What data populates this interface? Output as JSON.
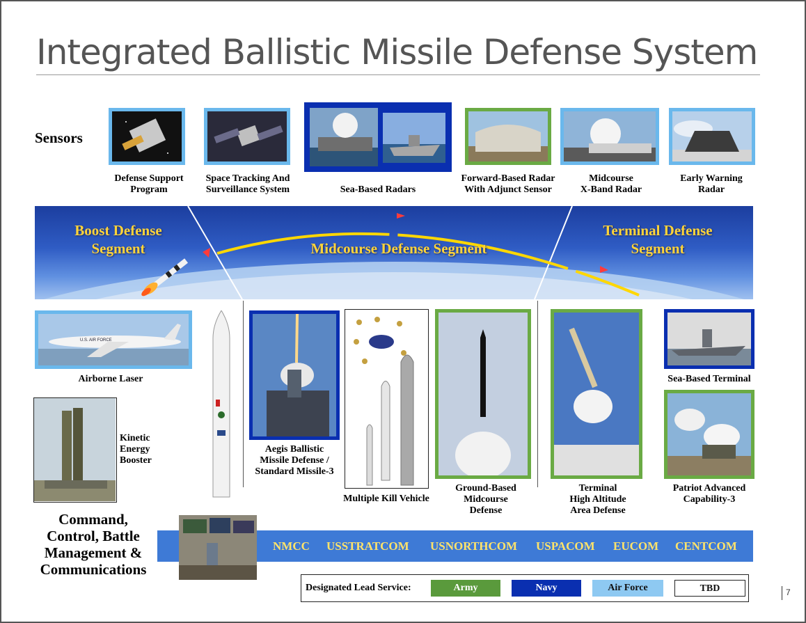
{
  "title": "Integrated Ballistic Missile Defense System",
  "sensors_heading": "Sensors",
  "sensors": [
    {
      "line1": "Defense Support",
      "line2": "Program"
    },
    {
      "line1": "Space Tracking And",
      "line2": "Surveillance System"
    },
    {
      "line1": "Sea-Based Radars",
      "line2": ""
    },
    {
      "line1": "Forward-Based Radar",
      "line2": "With Adjunct Sensor"
    },
    {
      "line1": "Midcourse",
      "line2": "X-Band Radar"
    },
    {
      "line1": "Early Warning",
      "line2": "Radar"
    }
  ],
  "segments": {
    "boost": {
      "line1": "Boost Defense",
      "line2": "Segment"
    },
    "midcourse": "Midcourse Defense Segment",
    "terminal": {
      "line1": "Terminal Defense",
      "line2": "Segment"
    }
  },
  "aircraft_marking": "U.S. AIR FORCE",
  "elements": {
    "airborne_laser": "Airborne Laser",
    "kinetic": {
      "line1": "Kinetic",
      "line2": "Energy",
      "line3": "Booster"
    },
    "aegis": {
      "line1": "Aegis Ballistic",
      "line2": "Missile Defense /",
      "line3": "Standard Missile-3"
    },
    "mkv": "Multiple Kill Vehicle",
    "gbmd": {
      "line1": "Ground-Based",
      "line2": "Midcourse",
      "line3": "Defense"
    },
    "thaad": {
      "line1": "Terminal",
      "line2": "High Altitude",
      "line3": "Area Defense"
    },
    "sbt": "Sea-Based Terminal",
    "pac3": {
      "line1": "Patriot Advanced",
      "line2": "Capability-3"
    }
  },
  "command": {
    "line1": "Command,",
    "line2": "Control, Battle",
    "line3": "Management &",
    "line4": "Communications"
  },
  "commands": [
    "NMCC",
    "USSTRATCOM",
    "USNORTHCOM",
    "USPACOM",
    "EUCOM",
    "CENTCOM"
  ],
  "legend": {
    "label": "Designated Lead Service:",
    "items": [
      {
        "name": "Army",
        "color": "#5a9a3c"
      },
      {
        "name": "Navy",
        "color": "#0a2fb0"
      },
      {
        "name": "Air Force",
        "color": "#8ec9f2"
      },
      {
        "name": "TBD",
        "color": "#ffffff"
      }
    ]
  },
  "page_number": "7"
}
